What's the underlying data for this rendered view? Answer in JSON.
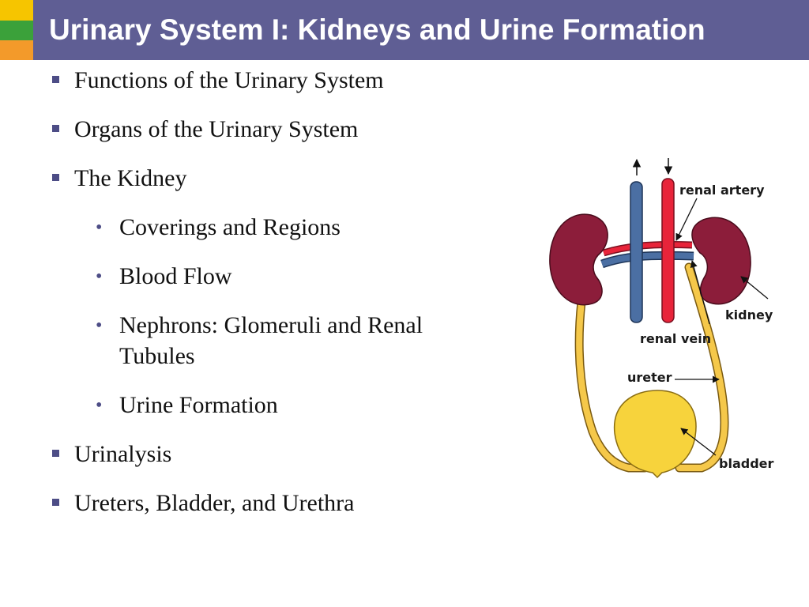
{
  "slide": {
    "title": "Urinary System I: Kidneys and Urine Formation",
    "bullets": [
      {
        "text": "Functions of the Urinary System",
        "level": 1
      },
      {
        "text": "Organs of the Urinary System",
        "level": 1
      },
      {
        "text": "The Kidney",
        "level": 1
      },
      {
        "text": "Coverings and Regions",
        "level": 2
      },
      {
        "text": "Blood Flow",
        "level": 2
      },
      {
        "text": "Nephrons: Glomeruli and Renal",
        "level": 2
      },
      {
        "text": "Tubules",
        "level": 2,
        "continuation": true
      },
      {
        "text": "Urine Formation",
        "level": 2
      },
      {
        "text": "Urinalysis",
        "level": 1
      },
      {
        "text": "Ureters, Bladder, and Urethra",
        "level": 1
      }
    ]
  },
  "diagram": {
    "labels": {
      "renal_artery": "renal artery",
      "kidney": "kidney",
      "renal_vein": "renal vein",
      "ureter": "ureter",
      "bladder": "bladder"
    }
  },
  "colors": {
    "header": "#5f5e94",
    "accent_yellow": "#f6c500",
    "accent_green": "#3ba13a",
    "accent_orange": "#f39a2a",
    "bullet_marker": "#4d4d86",
    "kidney": "#8c1d3a",
    "artery": "#e8243a",
    "vein": "#4b6fa3",
    "ureter": "#f5c84a",
    "bladder": "#f7d33c"
  }
}
